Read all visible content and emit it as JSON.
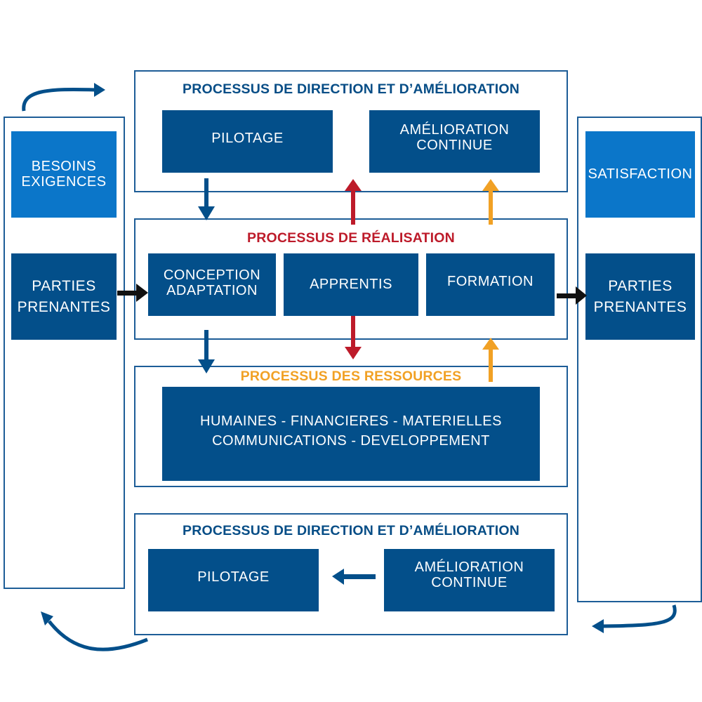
{
  "colors": {
    "dark_blue": "#034f8a",
    "light_blue": "#0b76c9",
    "frame_blue": "#1d5d97",
    "red": "#bd1b2a",
    "orange": "#f1a125",
    "black": "#111111"
  },
  "left_panel": {
    "top_box": "BESOINS\nEXIGENCES",
    "bottom_box": "PARTIES\nPRENANTES"
  },
  "right_panel": {
    "top_box": "SATISFACTION",
    "bottom_box": "PARTIES\nPRENANTES"
  },
  "direction_top": {
    "title": "PROCESSUS DE DIRECTION ET D’AMÉLIORATION",
    "pilotage": "PILOTAGE",
    "amelioration": "AMÉLIORATION\nCONTINUE"
  },
  "realisation": {
    "title": "PROCESSUS DE RÉALISATION",
    "conception": "CONCEPTION\nADAPTATION",
    "apprentis": "APPRENTIS",
    "formation": "FORMATION"
  },
  "ressources": {
    "title": "PROCESSUS DES RESSOURCES",
    "content": "HUMAINES - FINANCIERES - MATERIELLES\nCOMMUNICATIONS - DEVELOPPEMENT"
  },
  "direction_bottom": {
    "title": "PROCESSUS DE DIRECTION ET D’AMÉLIORATION",
    "pilotage": "PILOTAGE",
    "amelioration": "AMÉLIORATION\nCONTINUE"
  }
}
